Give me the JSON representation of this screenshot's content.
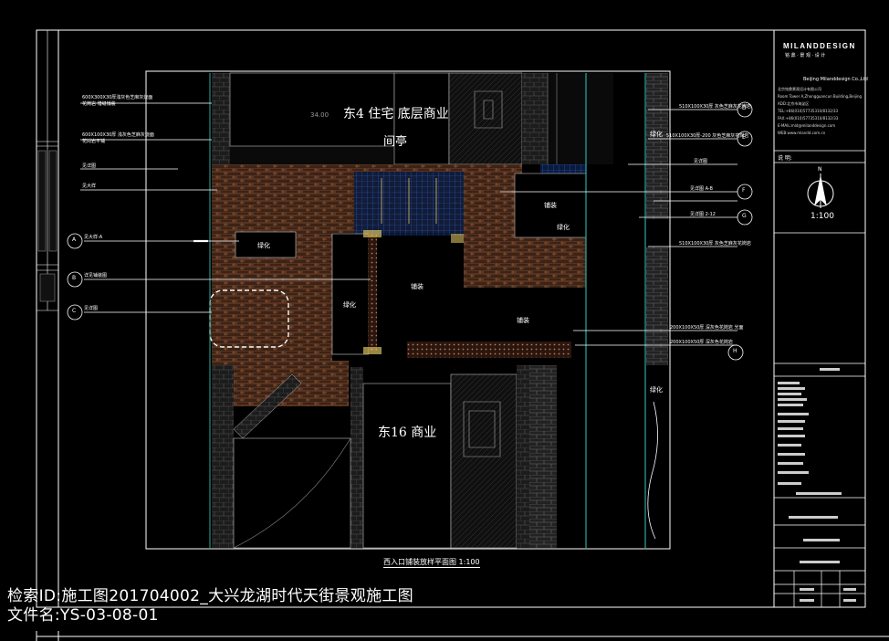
{
  "drawing": {
    "bldg_top": "东4  住宅  底层商业",
    "pavilion": "间亭",
    "bldg_bottom": "东16  商业",
    "plan_title": "西入口铺装放样平面图 1:100",
    "bldg_top_small": "34.00",
    "areas": [
      "绿化",
      "铺装",
      "铺装",
      "铺装",
      "绿化",
      "绿化"
    ],
    "left_callouts": [
      "600X300X30厚浅灰色芝麻灰烧面花岗岩 错缝铺装",
      "600X100X30厚 浅灰色芝麻灰烧面花岗岩平铺",
      "见详图",
      "见大样",
      "见大样-A",
      "详见铺装图",
      "见详图"
    ],
    "left_markers": [
      "A",
      "B",
      "C"
    ],
    "right_callouts": [
      "510X100X30厚 灰色芝麻灰花岗岩",
      "510X100X30厚-200 灰色芝麻灰花岗岩",
      "见详图",
      "见详图 A-B",
      "见详图 2-12",
      "510X100X30厚 灰色芝麻灰花岗岩",
      "200X100X50厚 深灰色花岗岩 光面",
      "200X100X50厚 深灰色花岗岩"
    ],
    "right_markers": [
      "D",
      "E",
      "F",
      "G",
      "H"
    ],
    "side_labels": [
      "绿化",
      "绿化"
    ]
  },
  "titleblock": {
    "company": "MILANDDESIGN",
    "company_sub": "铭 鼎 · 景 观 · 设 计",
    "company_en": "Beijing Milanddesign Co.,Ltd",
    "contact_lines": [
      "北京铭鼎景观设计有限公司",
      "Room Tower A,Zhongguancun Building,Beijing",
      "ADD:北京市海淀区",
      "TEL:+86(010)57735310/8132/33",
      "FAX:+86(010)57735310/8132/33",
      "E-MAIL:mld@milanddesign.com",
      "WEB:www.mlandd.com.cn"
    ],
    "scale_label": "1:100",
    "north_label": "N",
    "section_label": "说 明:"
  },
  "watermark": {
    "line1": "检索ID:施工图201704002_大兴龙湖时代天街景观施工图",
    "line2": "文件名:YS-03-08-01"
  },
  "colors": {
    "background": "#000000",
    "line": "#ffffff",
    "paving": "#8a4a28",
    "paving_light": "#c07a48",
    "cyan": "#2ca8a0",
    "blue": "#2a5fd8",
    "yellow": "#d9c060",
    "dark_block": "#1a1a1a"
  }
}
